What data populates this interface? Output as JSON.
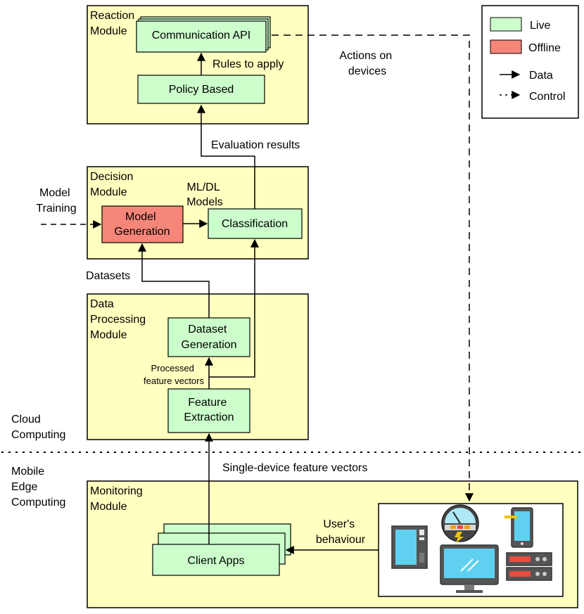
{
  "modules": {
    "reaction": [
      "Reaction",
      "Module"
    ],
    "decision": [
      "Decision",
      "Module"
    ],
    "data_processing": [
      "Data",
      "Processing",
      "Module"
    ],
    "monitoring": [
      "Monitoring",
      "Module"
    ]
  },
  "boxes": {
    "communication_api": [
      "Communication API"
    ],
    "policy_based": [
      "Policy Based"
    ],
    "model_generation": [
      "Model",
      "Generation"
    ],
    "classification": [
      "Classification"
    ],
    "dataset_generation": [
      "Dataset",
      "Generation"
    ],
    "feature_extraction": [
      "Feature",
      "Extraction"
    ],
    "client_apps": [
      "Client Apps"
    ]
  },
  "labels": {
    "rules_to_apply": [
      "Rules to apply"
    ],
    "actions_on_devices": [
      "Actions on",
      "devices"
    ],
    "evaluation_results": [
      "Evaluation results"
    ],
    "model_training": [
      "Model",
      "Training"
    ],
    "ml_dl_models": [
      "ML/DL",
      "Models"
    ],
    "datasets": [
      "Datasets"
    ],
    "processed_feature_vectors": [
      "Processed",
      "feature vectors"
    ],
    "cloud_computing": [
      "Cloud",
      "Computing"
    ],
    "mobile_edge_computing": [
      "Mobile",
      "Edge",
      "Computing"
    ],
    "single_device_feature_vectors": [
      "Single-device feature vectors"
    ],
    "users_behaviour": [
      "User's",
      "behaviour"
    ]
  },
  "legend": {
    "live": "Live",
    "offline": "Offline",
    "data": "Data",
    "control": "Control"
  },
  "colors": {
    "module_fill": "#ffffc0",
    "live_fill": "#ccffcc",
    "offline_fill": "#f6867a",
    "stroke": "#000000"
  },
  "icons": [
    "desktop-tower-icon",
    "speed-gauge-icon",
    "tablet-icon",
    "monitor-icon",
    "server-rack-icon"
  ]
}
